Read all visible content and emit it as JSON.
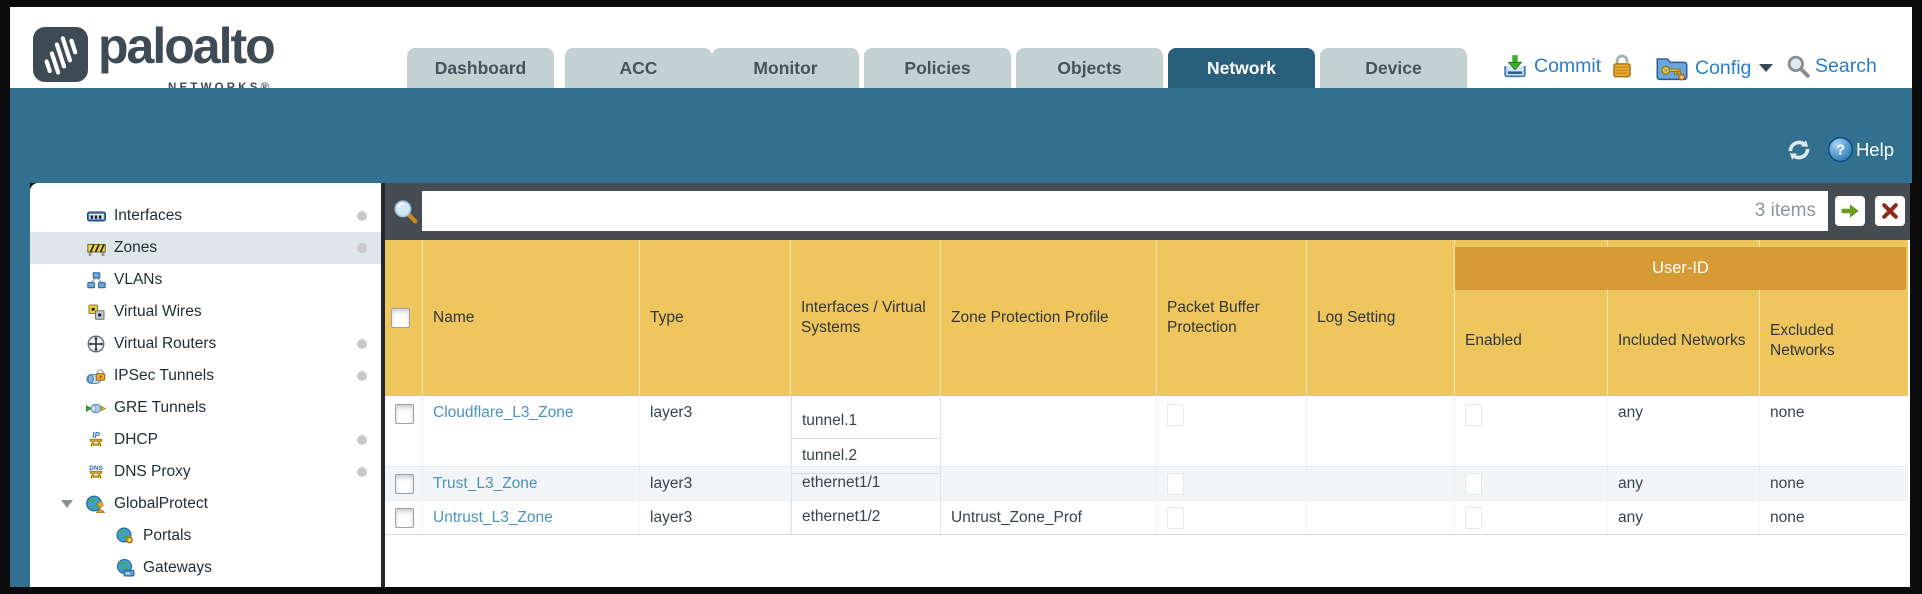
{
  "brand": {
    "wordmark": "paloalto",
    "sub": "NETWORKS®"
  },
  "nav_tabs": [
    {
      "label": "Dashboard",
      "active": false
    },
    {
      "label": "ACC",
      "active": false
    },
    {
      "label": "Monitor",
      "active": false
    },
    {
      "label": "Policies",
      "active": false
    },
    {
      "label": "Objects",
      "active": false
    },
    {
      "label": "Network",
      "active": true
    },
    {
      "label": "Device",
      "active": false
    }
  ],
  "toolbar": {
    "commit_label": "Commit",
    "config_label": "Config",
    "search_label": "Search"
  },
  "utility_bar": {
    "help_label": "Help"
  },
  "sidebar": {
    "items": [
      {
        "label": "Interfaces",
        "icon": "interfaces-icon",
        "dot": true,
        "selected": false
      },
      {
        "label": "Zones",
        "icon": "zones-icon",
        "dot": true,
        "selected": true
      },
      {
        "label": "VLANs",
        "icon": "vlans-icon",
        "dot": false,
        "selected": false
      },
      {
        "label": "Virtual Wires",
        "icon": "virtual-wires-icon",
        "dot": false,
        "selected": false
      },
      {
        "label": "Virtual Routers",
        "icon": "virtual-routers-icon",
        "dot": true,
        "selected": false
      },
      {
        "label": "IPSec Tunnels",
        "icon": "ipsec-tunnels-icon",
        "dot": true,
        "selected": false
      },
      {
        "label": "GRE Tunnels",
        "icon": "gre-tunnels-icon",
        "dot": false,
        "selected": false
      },
      {
        "label": "DHCP",
        "icon": "dhcp-icon",
        "dot": true,
        "selected": false
      },
      {
        "label": "DNS Proxy",
        "icon": "dns-proxy-icon",
        "dot": true,
        "selected": false
      },
      {
        "label": "GlobalProtect",
        "icon": "globalprotect-icon",
        "dot": false,
        "selected": false,
        "expanded": true
      },
      {
        "label": "Portals",
        "icon": "portals-icon",
        "dot": false,
        "selected": false,
        "indent": 1
      },
      {
        "label": "Gateways",
        "icon": "gateways-icon",
        "dot": false,
        "selected": false,
        "indent": 1
      }
    ]
  },
  "filter_bar": {
    "value": "",
    "count": "3 items"
  },
  "table": {
    "group_header": "User-ID",
    "columns": [
      "",
      "Name",
      "Type",
      "Interfaces / Virtual Systems",
      "Zone Protection Profile",
      "Packet Buffer Protection",
      "Log Setting",
      "Enabled",
      "Included Networks",
      "Excluded Networks"
    ],
    "rows": [
      {
        "name": "Cloudflare_L3_Zone",
        "type": "layer3",
        "interfaces": [
          "tunnel.1",
          "tunnel.2"
        ],
        "zone_protection_profile": "",
        "packet_buffer_protection": false,
        "log_setting": "",
        "enabled": false,
        "included_networks": "any",
        "excluded_networks": "none"
      },
      {
        "name": "Trust_L3_Zone",
        "type": "layer3",
        "interfaces": [
          "ethernet1/1"
        ],
        "zone_protection_profile": "",
        "packet_buffer_protection": false,
        "log_setting": "",
        "enabled": false,
        "included_networks": "any",
        "excluded_networks": "none"
      },
      {
        "name": "Untrust_L3_Zone",
        "type": "layer3",
        "interfaces": [
          "ethernet1/2"
        ],
        "zone_protection_profile": "Untrust_Zone_Prof",
        "packet_buffer_protection": false,
        "log_setting": "",
        "enabled": false,
        "included_networks": "any",
        "excluded_networks": "none"
      }
    ]
  },
  "colors": {
    "teal_band": "#31708e",
    "active_tab": "#2a5f7c",
    "inactive_tab": "#c3d1d3",
    "header_yellow": "#efc55e",
    "group_orange": "#d79b35",
    "filter_strip": "#454c52",
    "link_blue": "#4a93bf",
    "toolbar_blue": "#2a7fc5",
    "selected_item": "#dde5e9"
  }
}
